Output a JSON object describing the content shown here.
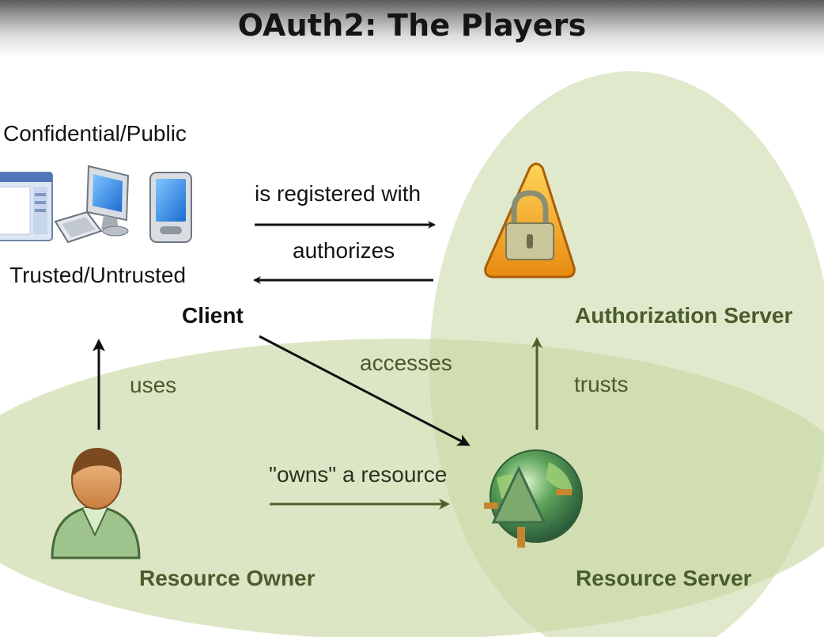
{
  "title": "OAuth2: The Players",
  "client": {
    "top_label": "Confidential/Public",
    "bottom_label": "Trusted/Untrusted",
    "name": "Client"
  },
  "authorization_server": {
    "name": "Authorization Server"
  },
  "resource_owner": {
    "name": "Resource Owner"
  },
  "resource_server": {
    "name": "Resource Server"
  },
  "relations": {
    "registered": "is registered with",
    "authorizes": "authorizes",
    "uses": "uses",
    "accesses": "accesses",
    "trusts": "trusts",
    "owns": "\"owns\" a resource"
  },
  "colors": {
    "ellipse_fill": "#cbdbaa",
    "green_text": "#4a5c2a",
    "arrow_dark": "#111111",
    "arrow_green": "#4d5f2a"
  },
  "icons": [
    "browser-window-icon",
    "desktop-computer-icon",
    "pda-device-icon",
    "warning-lock-icon",
    "person-icon",
    "globe-icon"
  ]
}
